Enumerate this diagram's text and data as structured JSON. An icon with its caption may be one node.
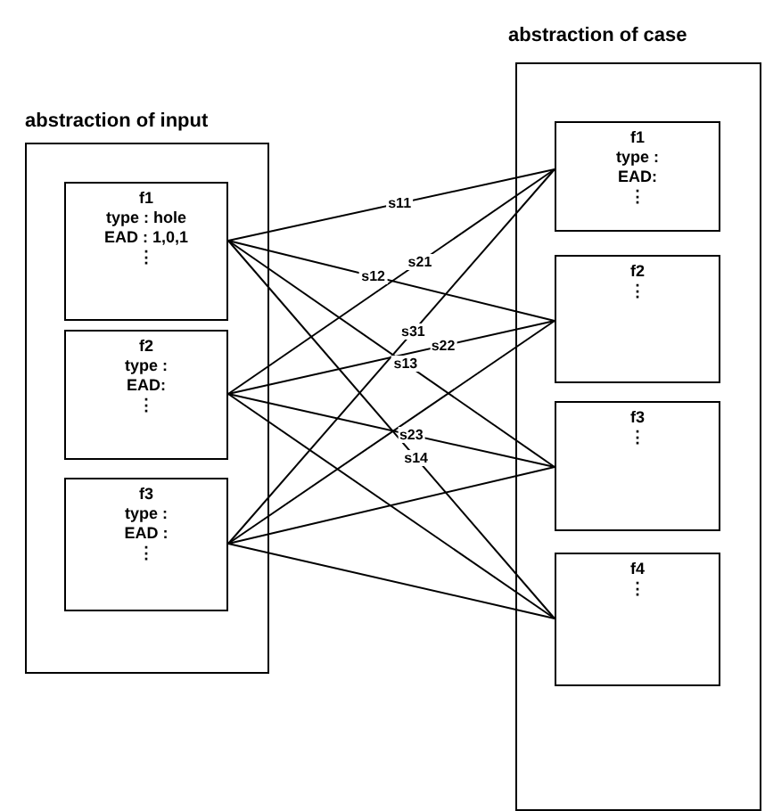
{
  "diagram": {
    "nodes": [
      {
        "text": [
          "abstraction of input"
        ]
      },
      {
        "text": [
          "f1",
          "type : hole",
          "EAD : 1,0,1",
          "⋮"
        ],
        "in": 0
      },
      {
        "text": [
          "f2",
          "type :",
          "EAD:",
          "⋮"
        ],
        "in": 0
      },
      {
        "text": [
          "f3",
          "type :",
          "EAD :",
          "⋮"
        ],
        "in": 0
      },
      {
        "text": [
          "abstraction of case"
        ]
      },
      {
        "text": [
          "f1",
          "type :",
          "EAD:",
          "⋮"
        ],
        "in": 4
      },
      {
        "text": [
          "f2",
          "⋮"
        ],
        "in": 4
      },
      {
        "text": [
          "f3",
          "⋮"
        ],
        "in": 4
      },
      {
        "text": [
          "f4",
          "⋮"
        ],
        "in": 4
      }
    ],
    "edges": [
      {
        "from": 1,
        "to": 5,
        "arrow": "none",
        "label": "s11"
      },
      {
        "from": 1,
        "to": 6,
        "arrow": "none",
        "label": "s12"
      },
      {
        "from": 1,
        "to": 7,
        "arrow": "none",
        "label": "s13"
      },
      {
        "from": 1,
        "to": 8,
        "arrow": "none",
        "label": "s14"
      },
      {
        "from": 2,
        "to": 5,
        "arrow": "none",
        "label": "s21"
      },
      {
        "from": 2,
        "to": 6,
        "arrow": "none",
        "label": "s22"
      },
      {
        "from": 2,
        "to": 7,
        "arrow": "none",
        "label": "s23"
      },
      {
        "from": 2,
        "to": 8,
        "arrow": "none"
      },
      {
        "from": 3,
        "to": 5,
        "arrow": "none",
        "label": "s31"
      },
      {
        "from": 3,
        "to": 6,
        "arrow": "none"
      },
      {
        "from": 3,
        "to": 7,
        "arrow": "none"
      },
      {
        "from": 3,
        "to": 8,
        "arrow": "none"
      }
    ]
  }
}
